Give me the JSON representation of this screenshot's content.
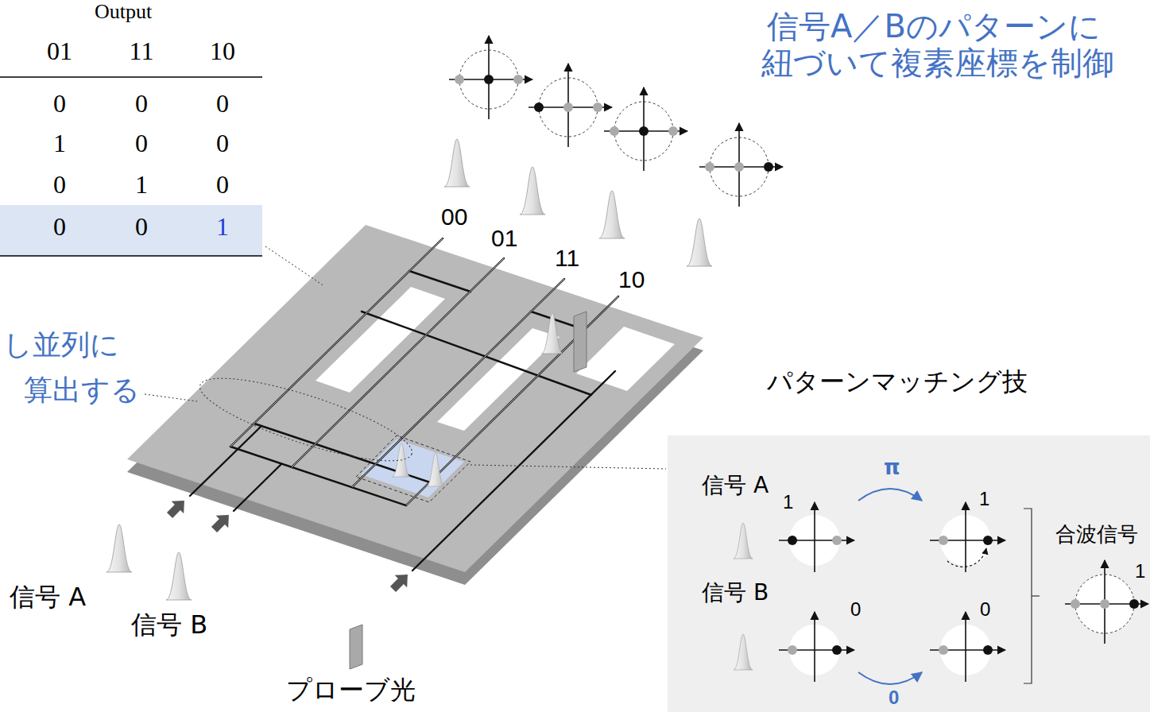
{
  "diagram": {
    "nodes": [
      {
        "text": [
          "信号 A",
          "π",
          "1",
          "1",
          "信号 B",
          "0",
          "0",
          "0",
          "合波信号",
          "1"
        ]
      }
    ],
    "labels": [
      "Output",
      "01",
      "11",
      "10",
      "0",
      "0",
      "0",
      "1",
      "0",
      "0",
      "0",
      "1",
      "0",
      "0",
      "0",
      "1",
      "信号A／Bのパターンに",
      "紐づいて複素座標を制御",
      "00",
      "01",
      "11",
      "10",
      "し並列に",
      "算出する",
      "パターンマッチング技",
      "信号 A",
      "信号 B",
      "プローブ光"
    ]
  }
}
